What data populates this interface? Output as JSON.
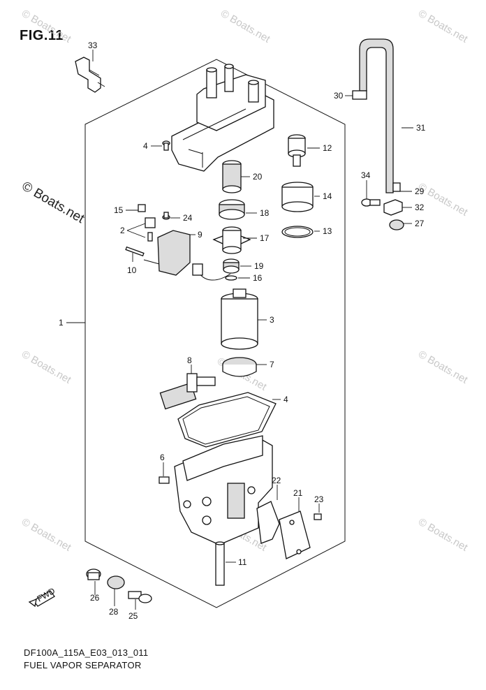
{
  "figure": {
    "title": "FIG.11",
    "footer_code": "DF100A_115A_E03_013_011",
    "footer_name": "FUEL VAPOR SEPARATOR"
  },
  "watermark": {
    "text": "© Boats.net"
  },
  "fwd_arrow_label": "FWD",
  "callouts": [
    "1",
    "2",
    "3",
    "4",
    "6",
    "7",
    "8",
    "9",
    "10",
    "11",
    "12",
    "13",
    "14",
    "15",
    "16",
    "17",
    "18",
    "19",
    "20",
    "21",
    "22",
    "23",
    "24",
    "25",
    "26",
    "27",
    "28",
    "29",
    "30",
    "31",
    "32",
    "33",
    "34"
  ]
}
